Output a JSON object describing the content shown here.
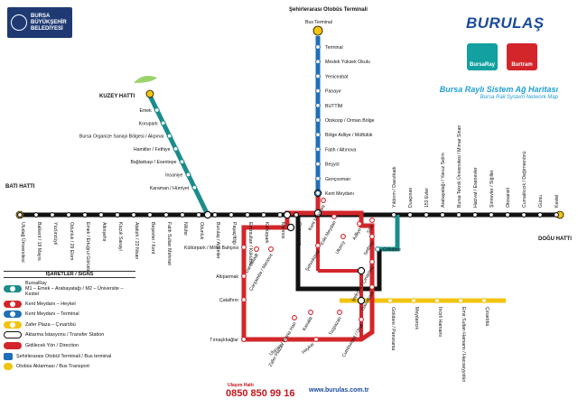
{
  "brand": {
    "line1": "BURSA",
    "line2": "BÜYÜKŞEHİR",
    "line3": "BELEDİYESİ"
  },
  "operator": {
    "name": "BURULAŞ",
    "bursaray": "BursaRay",
    "burtram": "Burtram"
  },
  "map_title": "Bursa Raylı Sistem Ağ Haritası",
  "map_subtitle": "Bursa Rail System Network Map",
  "terminal": {
    "tr": "Şehirlerarası Otobüs Terminali",
    "en": "Bus Terminal"
  },
  "lines": {
    "kuzey": "KUZEY HATTI",
    "bati": "BATI HATTI",
    "dogu": "DOĞU HATTI"
  },
  "colors": {
    "bursaray_m1": "#1b8c8c",
    "bursaray_m2": "#111111",
    "t1": "#d3262a",
    "t2": "#1f6fb8",
    "t3": "#f1c40f",
    "kuzey": "#1b8c8c"
  },
  "stations": {
    "terminal_line": [
      "Terminal",
      "Meslek Yüksek Okulu",
      "Yeniceabat",
      "Panayır",
      "BUTTİM",
      "Otokoop / Orman Bölge",
      "Bölge Adliye / Müftülük",
      "Fatih / Altınova",
      "Beşyol",
      "Gençosman",
      "Kent Meydanı"
    ],
    "kuzey_line": [
      "Emek",
      "Korupark",
      "Bursa Organize Sanayi Bölgesi / Akpınar",
      "Hamitler / Fethiye",
      "Bağlarbaşı / Esentepe",
      "İnsaniye",
      "Karaman / Hürriyet"
    ],
    "main_west": [
      "Uludağ Üniversitesi",
      "Balkent / 19 Mayıs",
      "Yüzüncüyıl",
      "Odunluk / 29 Ekim",
      "Emek / Ertuğrul Görükle",
      "Altınşehir",
      "Küçük Sanayi",
      "Atatürk / 23 Nisan",
      "Beşevler / Kent",
      "Fatih Sultan Mehmet",
      "Nilüfer",
      "Odunluk",
      "Burulaş / Acemler",
      "Paşaçiftliği",
      "Emirsultan / Kükürtlü",
      "Kültürpark",
      "Merinos",
      "Osmangazi"
    ],
    "main_east": [
      "Yıldırım / Davutkadı",
      "Duaçınarı",
      "152 Evler",
      "Arabayatağı / Yavuz Selim",
      "Bursa Teknik Üniversitesi / Mimar Sinan",
      "Hacivat / Esenevler",
      "Şirinevler / Siğiller",
      "Otosansit",
      "Cumalıkızık / Değirmenönü",
      "Gürsu",
      "Kestel"
    ],
    "t1_loop": [
      "Kültürpark / Millet Bahçesi",
      "Darmstadt",
      "Çarşamba / Merinos",
      "Altıparmak",
      "Çatalfırın",
      "Tırnaşlıbağlar",
      "Ulucami",
      "Heykel",
      "Zafer Plaza / Piriniz Han",
      "Kavaklı",
      "Tuzpazarı",
      "Cumhuriyet / Ünal",
      "Şehreküstü",
      "Kent Meydanı",
      "Eski Meydan",
      "Adliye",
      "Ulusoy",
      "SSK",
      "Setbaşı",
      "İpekçilik / Çınarönü",
      "Davutkadı"
    ],
    "t3_line": [
      "Gökdere",
      "Gökdere / Panorama",
      "Meydancık",
      "İncirli Hamamı",
      "Emir Sultan Hamamı / Hacıseyyidün",
      "Çınaröbü"
    ]
  },
  "legend": {
    "title": "İŞARETLER / SIGNS",
    "items": [
      {
        "label": "BursaRay",
        "sub": "M1 – Emek – Arabayatağı / M2 – Üniversite – Kestel",
        "color": "#1b8c8c"
      },
      {
        "label": "Kent Meydanı – Heykel",
        "color": "#d3262a"
      },
      {
        "label": "Kent Meydanı – Terminal",
        "color": "#1f6fb8"
      },
      {
        "label": "Zafer Plaza – Çınaröbü",
        "color": "#f1c40f"
      },
      {
        "label": "Aktarma İstasyonu / Transfer Station"
      },
      {
        "label": "Gidilecek Yön / Direction"
      },
      {
        "label": "Şehirlerarası Otobül Terminali / Bus terminal"
      },
      {
        "label": "Otobüs Aktarması / Bus Transport"
      }
    ]
  },
  "footer": {
    "hotline_label": "Ulaşım Hattı",
    "phone": "0850 850 99 16",
    "website": "www.burulas.com.tr"
  }
}
